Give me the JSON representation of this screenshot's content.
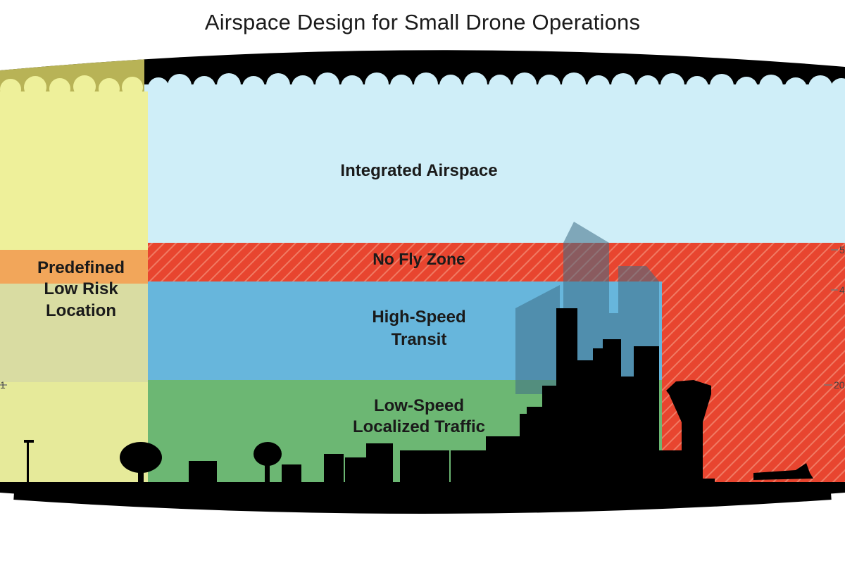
{
  "title": "Airspace Design for Small Drone Operations",
  "zones": {
    "integrated": {
      "label": "Integrated Airspace",
      "color": "#cfeef8"
    },
    "no_fly": {
      "label": "No Fly Zone",
      "color": "#ea4a33"
    },
    "high_speed": {
      "line1": "High-Speed",
      "line2": "Transit",
      "color": "#67b6dc"
    },
    "low_speed": {
      "line1": "Low-Speed",
      "line2": "Localized Traffic",
      "color": "#6cb773"
    },
    "low_risk": {
      "line1": "Predefined",
      "line2": "Low Risk",
      "line3": "Location",
      "color": "#eef09a"
    }
  },
  "axis_ticks": {
    "right": [
      "5",
      "4",
      "20"
    ],
    "left": [
      "1"
    ]
  },
  "colors": {
    "skyline": "#000000",
    "building_glass": "#5f8fa8",
    "orange_band": "#f2a65a",
    "low_risk_upper_band": "#b8b356"
  }
}
